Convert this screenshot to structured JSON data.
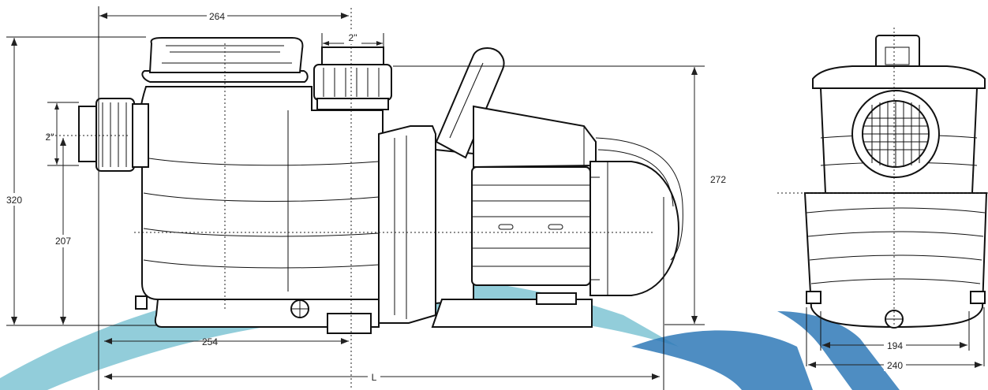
{
  "dimensions": {
    "overall_inlet_to_axis": "264",
    "outlet_diameter": "2\"",
    "inlet_diameter": "2\"",
    "total_height": "320",
    "inlet_height": "207",
    "outlet_height": "272",
    "base_length": "254",
    "overall_length": "L",
    "front_base_width": "194",
    "front_total_width": "240"
  },
  "colors": {
    "watermark_light": "#7fc4d3",
    "watermark_dark": "#2f79b7",
    "line": "#111111"
  }
}
